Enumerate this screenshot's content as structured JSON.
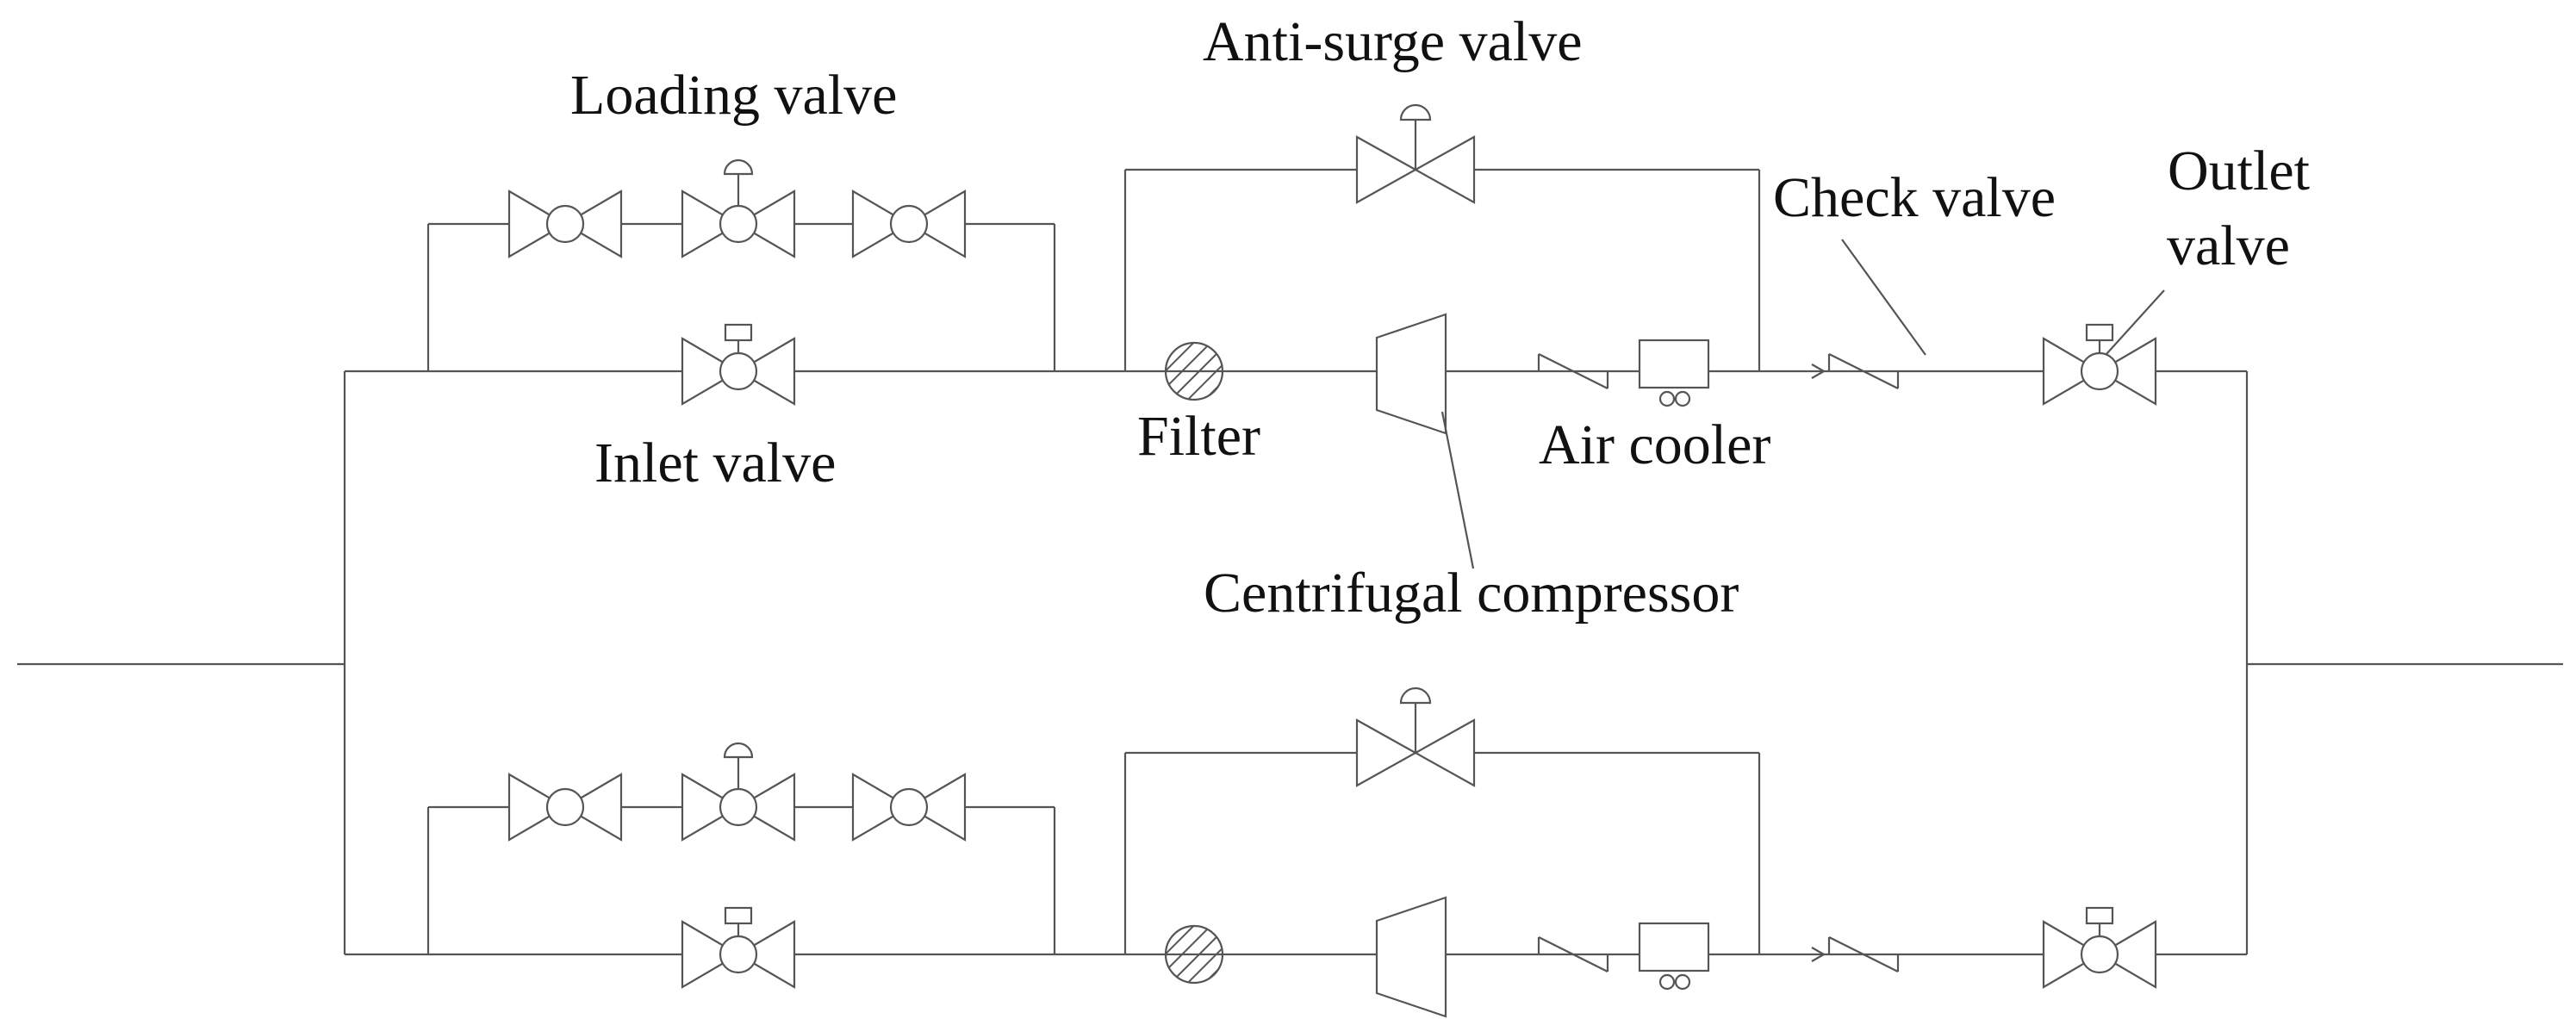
{
  "labels": {
    "loading_valve": "Loading valve",
    "anti_surge_valve": "Anti-surge valve",
    "check_valve": "Check valve",
    "outlet_valve_line1": "Outlet",
    "outlet_valve_line2": "valve",
    "inlet_valve": "Inlet valve",
    "filter": "Filter",
    "air_cooler": "Air cooler",
    "centrifugal_compressor": "Centrifugal compressor"
  },
  "colors": {
    "line": "#555555",
    "text": "#111111",
    "background": "#ffffff"
  }
}
